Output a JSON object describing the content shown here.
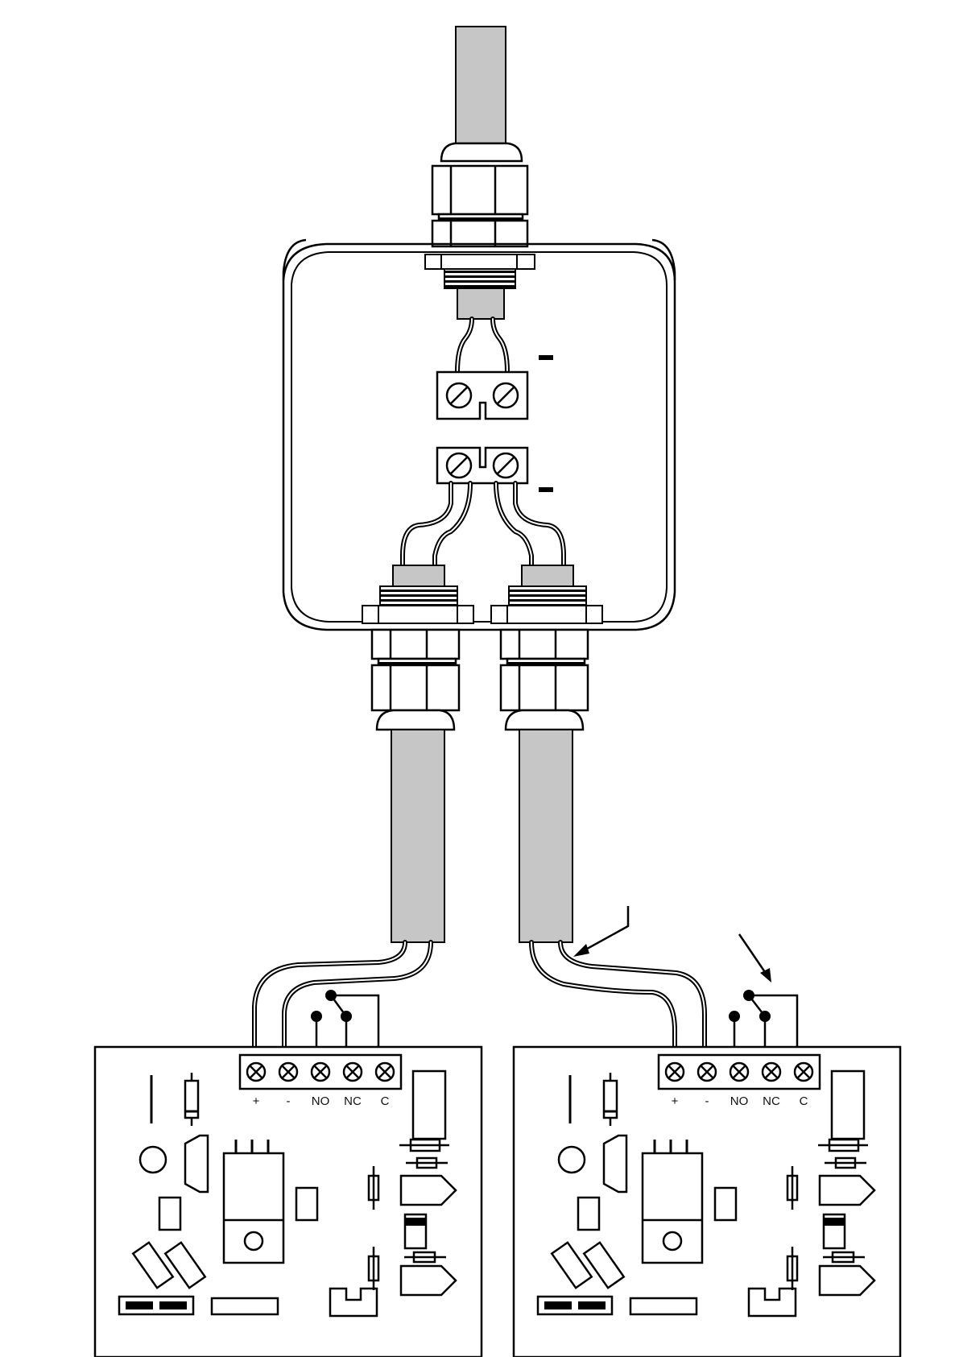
{
  "colors": {
    "line": "#000000",
    "cable": "#c6c6c6",
    "background": "#ffffff"
  },
  "junction_box": {
    "marks": [
      "-",
      "-"
    ]
  },
  "boards": [
    {
      "terminals": [
        "+",
        "-",
        "NO",
        "NC",
        "C"
      ]
    },
    {
      "terminals": [
        "+",
        "-",
        "NO",
        "NC",
        "C"
      ]
    }
  ]
}
